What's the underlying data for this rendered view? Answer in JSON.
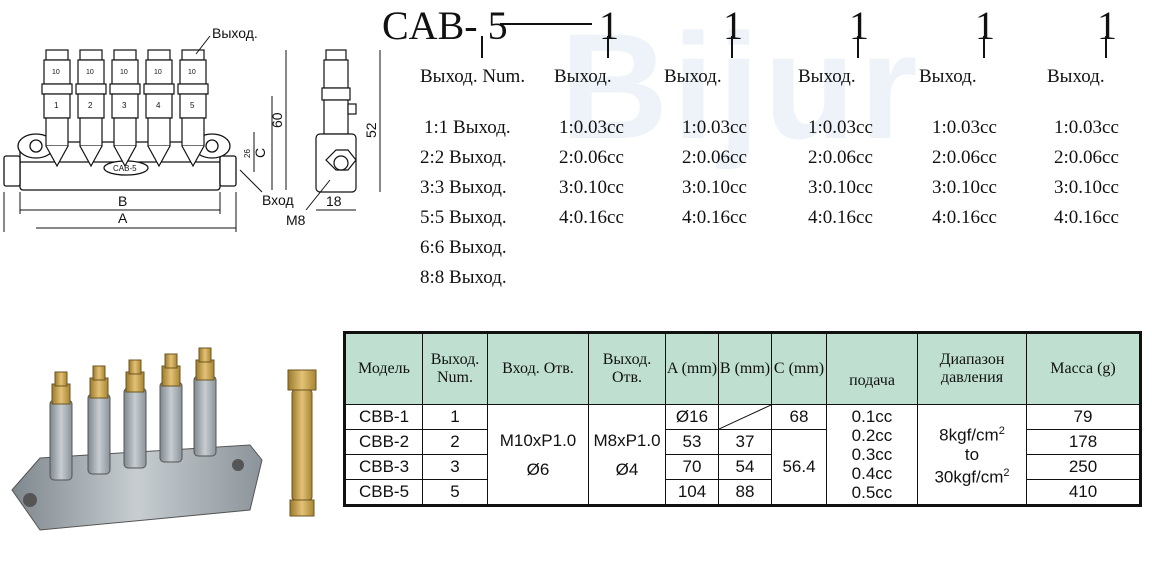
{
  "watermark": "Bijur",
  "code": {
    "prefix": "CAB- 5",
    "digits": [
      "1",
      "1",
      "1",
      "1",
      "1"
    ],
    "col_labels": [
      "Выход. Num.",
      "Выход.",
      "Выход.",
      "Выход.",
      "Выход.",
      "Выход."
    ],
    "ratios": [
      "1:1 Выход.",
      "2:2 Выход.",
      "3:3 Выход.",
      "5:5 Выход.",
      "6:6 Выход.",
      "8:8 Выход."
    ],
    "volumes": [
      "1:0.03cc",
      "2:0.06cc",
      "3:0.10cc",
      "4:0.16cc"
    ]
  },
  "drawing": {
    "outlet_label": "Выход.",
    "inlet_label": "Вход",
    "thread_label": "M8",
    "dim_a": "A",
    "dim_b": "B",
    "dim_c": "C",
    "dim_60": "60",
    "dim_52": "52",
    "dim_18": "18",
    "dim_26": "26",
    "body_label": "CAB-5",
    "nut_mark": "10",
    "port_numbers": [
      "1",
      "2",
      "3",
      "4",
      "5"
    ]
  },
  "table": {
    "headers": {
      "model": "Модель",
      "outlets": "Выход. Num.",
      "inlet": "Вход. Отв.",
      "outlet_hole": "Выход. Отв.",
      "a": "A (mm)",
      "b": "B (mm)",
      "c": "C (mm)",
      "feed": "подача",
      "pressure": "Диапазон давления",
      "mass": "Масса (g)"
    },
    "rows": [
      {
        "model": "CBB-1",
        "num": "1",
        "a": "Ø16",
        "b": "",
        "mass": "79"
      },
      {
        "model": "CBB-2",
        "num": "2",
        "a": "53",
        "b": "37",
        "mass": "178"
      },
      {
        "model": "CBB-3",
        "num": "3",
        "a": "70",
        "b": "54",
        "mass": "250"
      },
      {
        "model": "CBB-5",
        "num": "5",
        "a": "104",
        "b": "88",
        "mass": "410"
      }
    ],
    "inlet_vals": [
      "M10xP1.0",
      "Ø6"
    ],
    "outlet_vals": [
      "M8xP1.0",
      "Ø4"
    ],
    "c_vals": [
      "68",
      "56.4"
    ],
    "feed_vals": [
      "0.1cc",
      "0.2cc",
      "0.3cc",
      "0.4cc",
      "0.5cc"
    ],
    "pressure_vals": [
      "8kgf/cm",
      "to",
      "30kgf/cm"
    ],
    "pressure_sup": "2"
  },
  "colors": {
    "header_bg": "#bfe0d1",
    "brass": "#c8a04a",
    "steel": "#9ea7ad"
  }
}
